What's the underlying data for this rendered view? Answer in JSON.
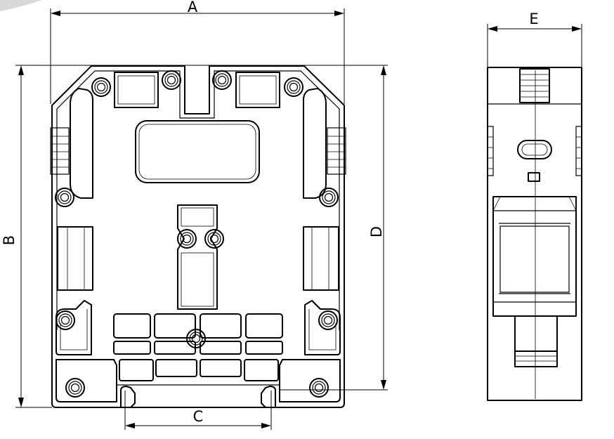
{
  "drawing": {
    "labels": {
      "A": "A",
      "B": "B",
      "C": "C",
      "D": "D",
      "E": "E"
    }
  }
}
